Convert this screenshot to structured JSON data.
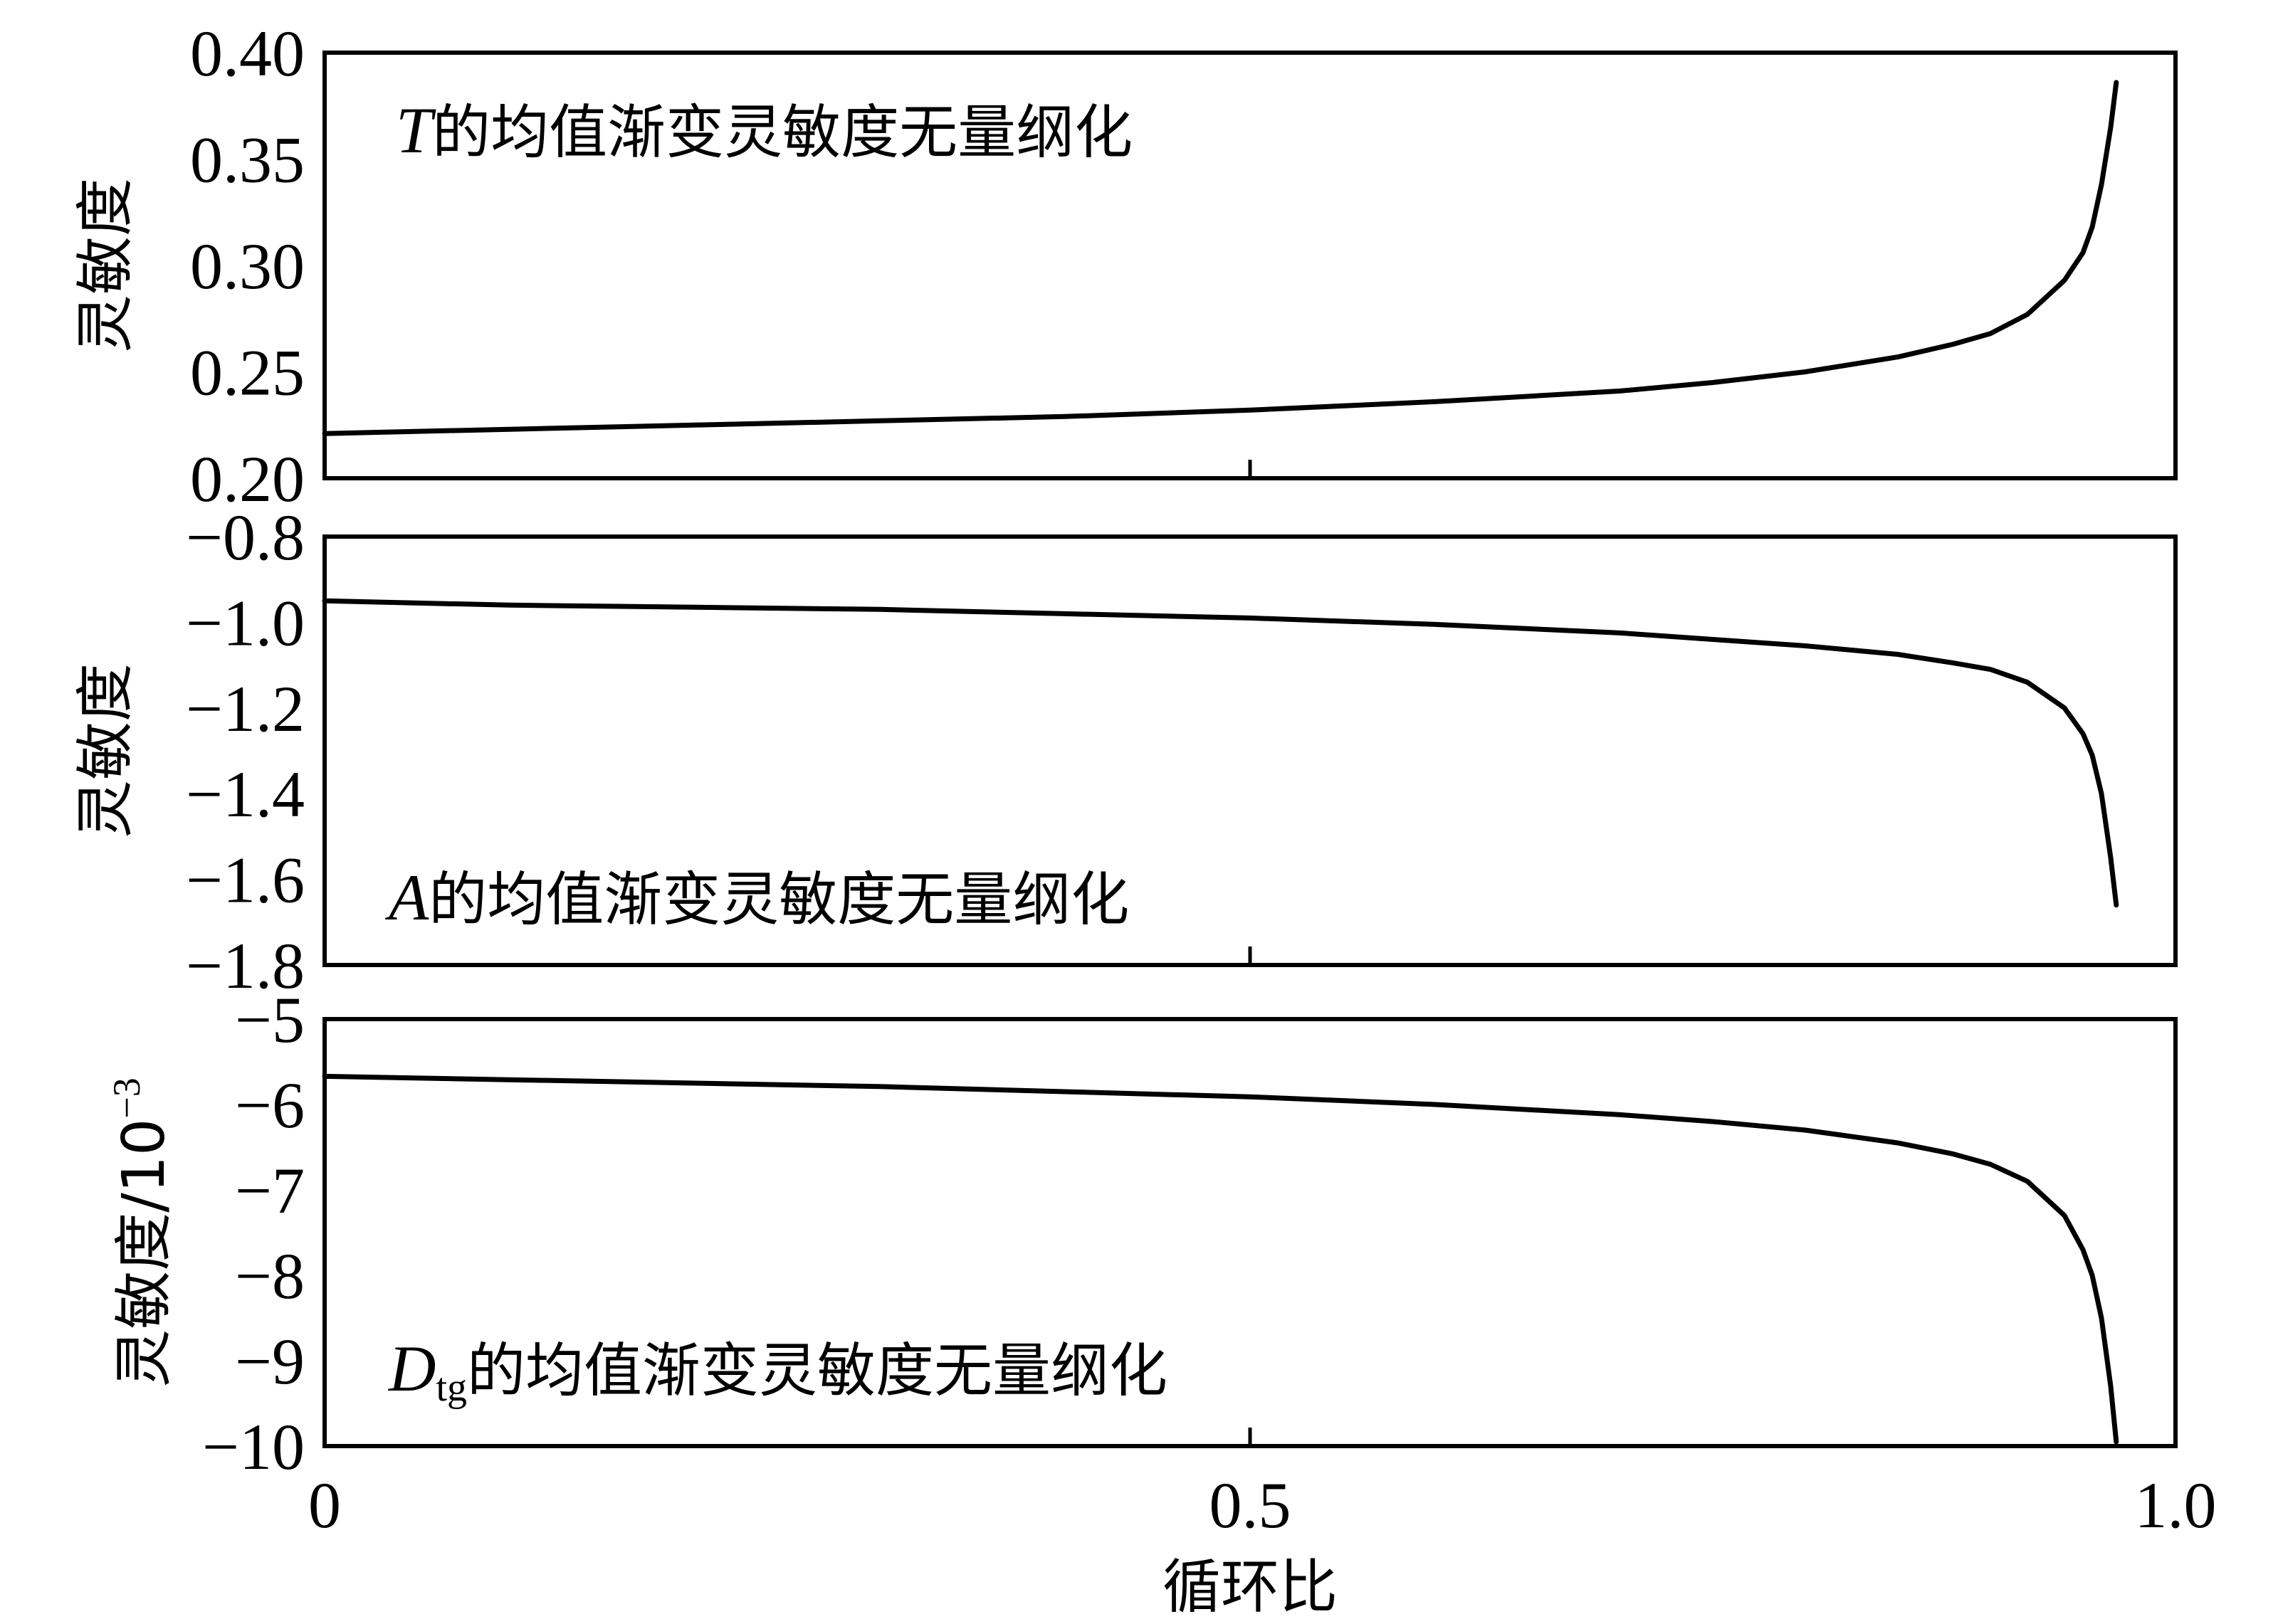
{
  "chart_data": [
    {
      "type": "line",
      "panel": "top",
      "annotation": {
        "italic": "T",
        "subscript": "",
        "text": "的均值渐变灵敏度无量纲化"
      },
      "ylabel": "灵敏度",
      "ylabel_superscript": "",
      "xlabel": "",
      "xlim": [
        0,
        1.0
      ],
      "ylim": [
        0.2,
        0.4
      ],
      "yticks": [
        0.2,
        0.25,
        0.3,
        0.35,
        0.4
      ],
      "ytick_labels": [
        "0.20",
        "0.25",
        "0.30",
        "0.35",
        "0.40"
      ],
      "xticks": [
        0,
        0.5,
        1.0
      ],
      "xtick_labels": [],
      "grid": false,
      "series": [
        {
          "x": [
            0,
            0.1,
            0.2,
            0.3,
            0.4,
            0.5,
            0.6,
            0.7,
            0.75,
            0.8,
            0.85,
            0.88,
            0.9,
            0.92,
            0.94,
            0.95,
            0.955,
            0.96,
            0.965,
            0.968
          ],
          "y": [
            0.221,
            0.223,
            0.225,
            0.227,
            0.229,
            0.232,
            0.236,
            0.241,
            0.245,
            0.25,
            0.257,
            0.263,
            0.268,
            0.277,
            0.293,
            0.306,
            0.318,
            0.338,
            0.365,
            0.386
          ]
        }
      ]
    },
    {
      "type": "line",
      "panel": "middle",
      "annotation": {
        "italic": "A",
        "subscript": "",
        "text": "的均值渐变灵敏度无量纲化"
      },
      "ylabel": "灵敏度",
      "ylabel_superscript": "",
      "xlabel": "",
      "xlim": [
        0,
        1.0
      ],
      "ylim": [
        -1.8,
        -0.8
      ],
      "yticks": [
        -1.8,
        -1.6,
        -1.4,
        -1.2,
        -1.0,
        -0.8
      ],
      "ytick_labels": [
        "−1.8",
        "−1.6",
        "−1.4",
        "−1.2",
        "−1.0",
        "−0.8"
      ],
      "xticks": [
        0,
        0.5,
        1.0
      ],
      "xtick_labels": [],
      "grid": false,
      "series": [
        {
          "x": [
            0,
            0.1,
            0.2,
            0.3,
            0.4,
            0.5,
            0.6,
            0.7,
            0.75,
            0.8,
            0.85,
            0.88,
            0.9,
            0.92,
            0.94,
            0.95,
            0.955,
            0.96,
            0.965,
            0.968
          ],
          "y": [
            -0.95,
            -0.96,
            -0.965,
            -0.97,
            -0.98,
            -0.99,
            -1.005,
            -1.025,
            -1.04,
            -1.055,
            -1.075,
            -1.095,
            -1.11,
            -1.14,
            -1.2,
            -1.26,
            -1.31,
            -1.4,
            -1.55,
            -1.66
          ]
        }
      ]
    },
    {
      "type": "line",
      "panel": "bottom",
      "annotation": {
        "italic": "D",
        "subscript": "tg",
        "text": "的均值渐变灵敏度无量纲化"
      },
      "ylabel": "灵敏度/10",
      "ylabel_superscript": "−3",
      "xlabel": "循环比",
      "xlim": [
        0,
        1.0
      ],
      "ylim": [
        -10,
        -5
      ],
      "yticks": [
        -10,
        -9,
        -8,
        -7,
        -6,
        -5
      ],
      "ytick_labels": [
        "−10",
        "−9",
        "−8",
        "−7",
        "−6",
        "−5"
      ],
      "xticks": [
        0,
        0.5,
        1.0
      ],
      "xtick_labels": [
        "0",
        "0.5",
        "1.0"
      ],
      "grid": false,
      "series": [
        {
          "x": [
            0,
            0.1,
            0.2,
            0.3,
            0.4,
            0.5,
            0.6,
            0.7,
            0.75,
            0.8,
            0.85,
            0.88,
            0.9,
            0.92,
            0.94,
            0.95,
            0.955,
            0.96,
            0.965,
            0.968
          ],
          "y": [
            -5.67,
            -5.71,
            -5.75,
            -5.79,
            -5.85,
            -5.91,
            -6.0,
            -6.12,
            -6.2,
            -6.3,
            -6.45,
            -6.58,
            -6.7,
            -6.9,
            -7.3,
            -7.7,
            -8.0,
            -8.5,
            -9.3,
            -9.95
          ]
        }
      ]
    }
  ]
}
